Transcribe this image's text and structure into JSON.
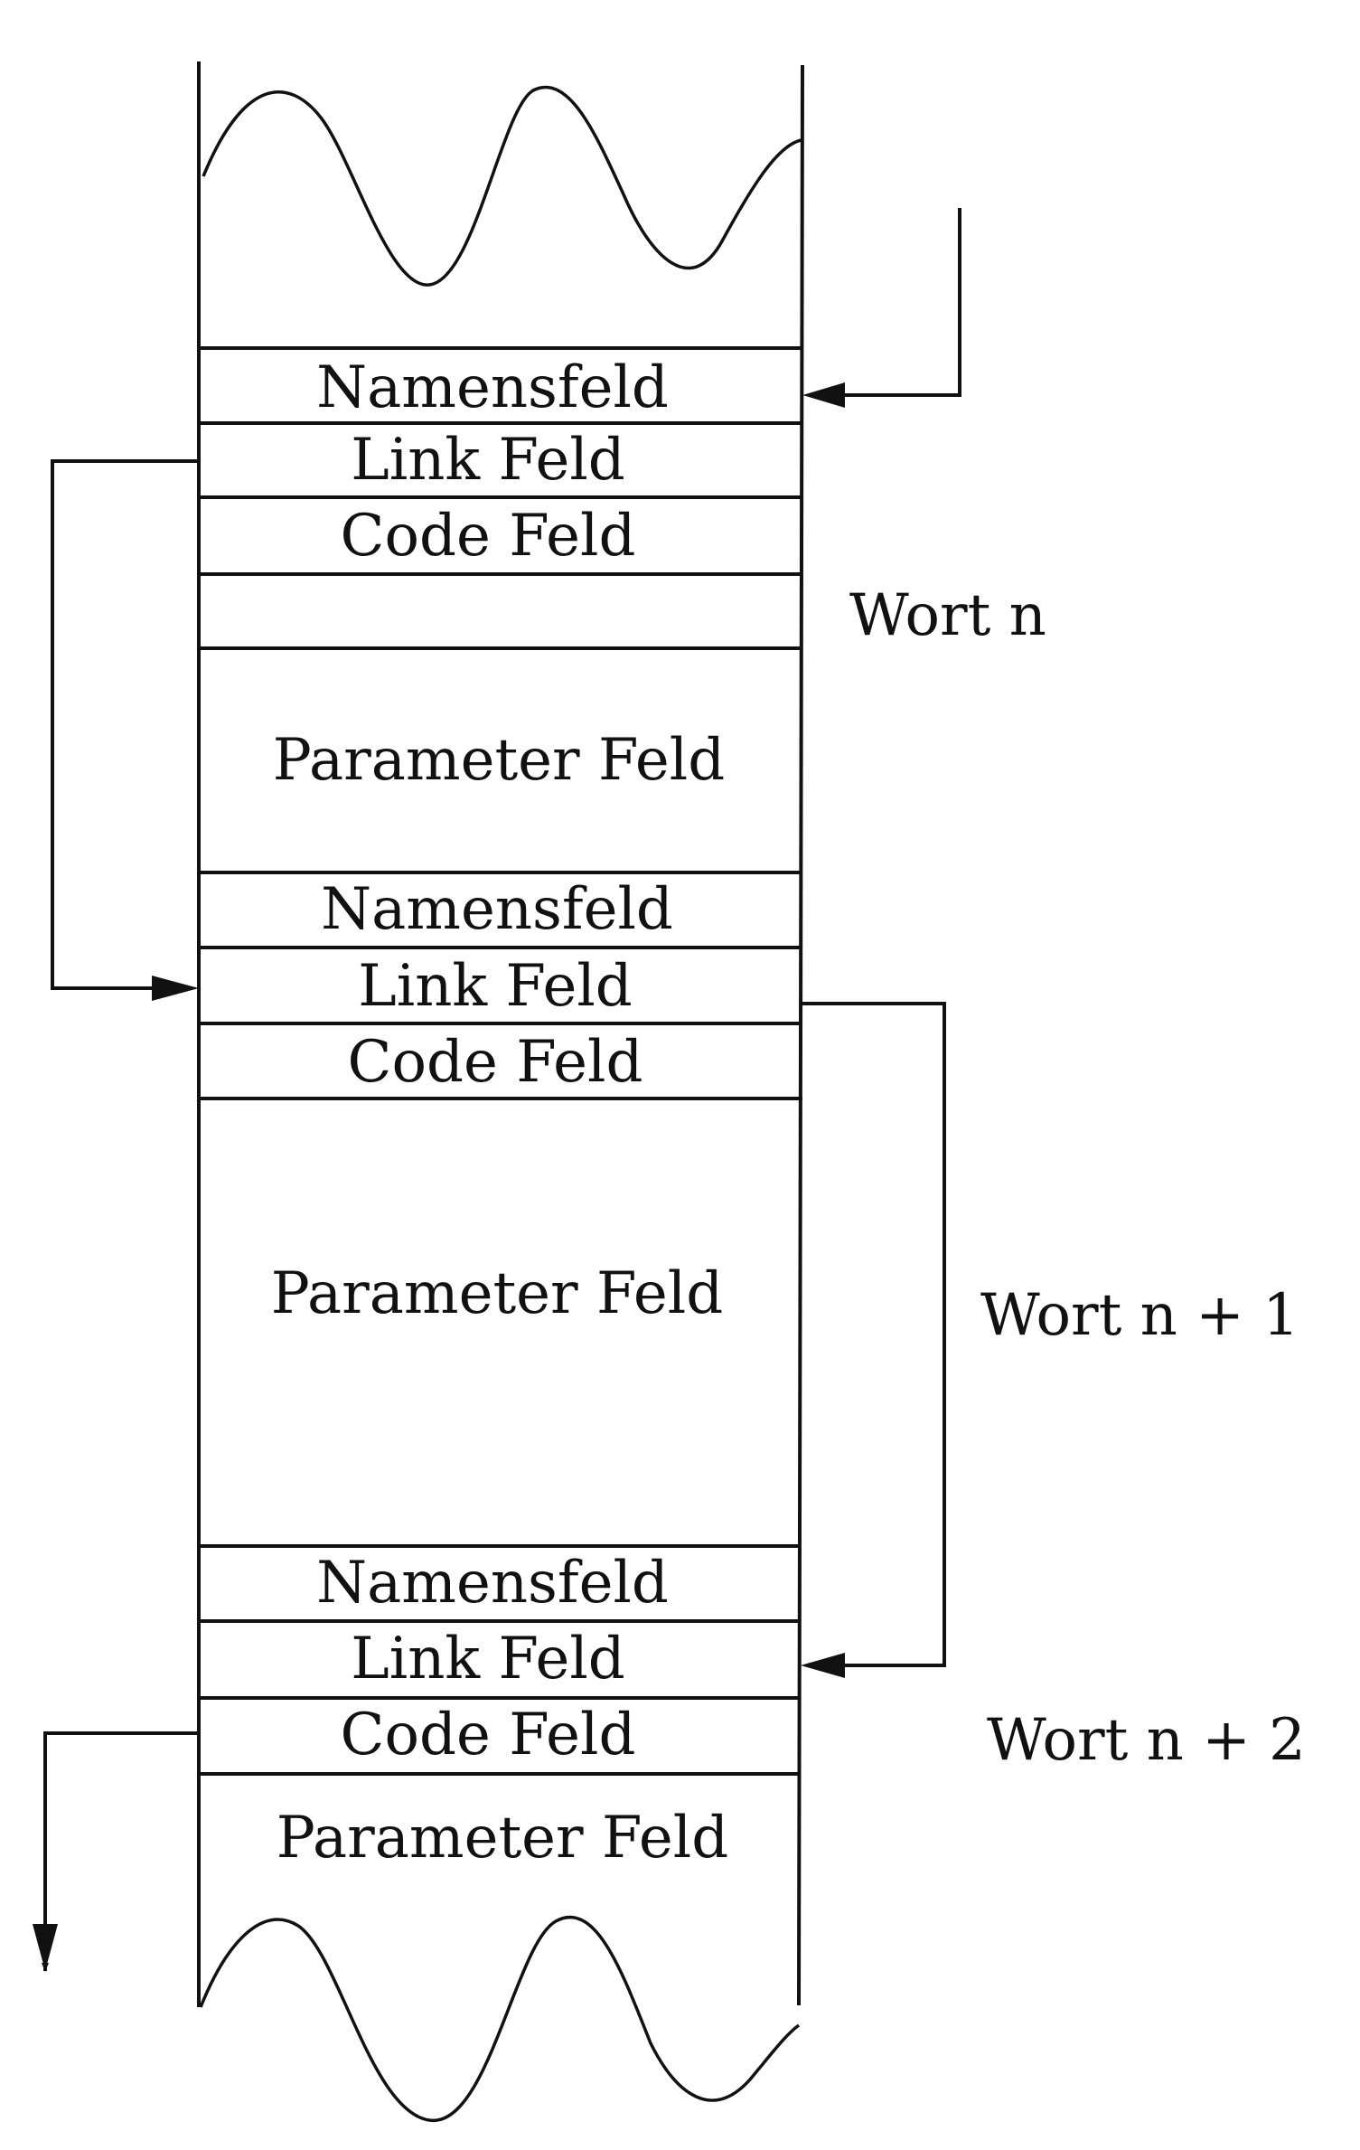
{
  "fields": {
    "namensfeld": "Namensfeld",
    "link_feld": "Link Feld",
    "code_feld": "Code Feld",
    "parameter_feld": "Parameter Feld"
  },
  "words": {
    "wort_n": "Wort n",
    "wort_n1": "Wort n + 1",
    "wort_n2": "Wort n + 2"
  },
  "colors": {
    "ink": "#111111",
    "background": "#ffffff"
  }
}
